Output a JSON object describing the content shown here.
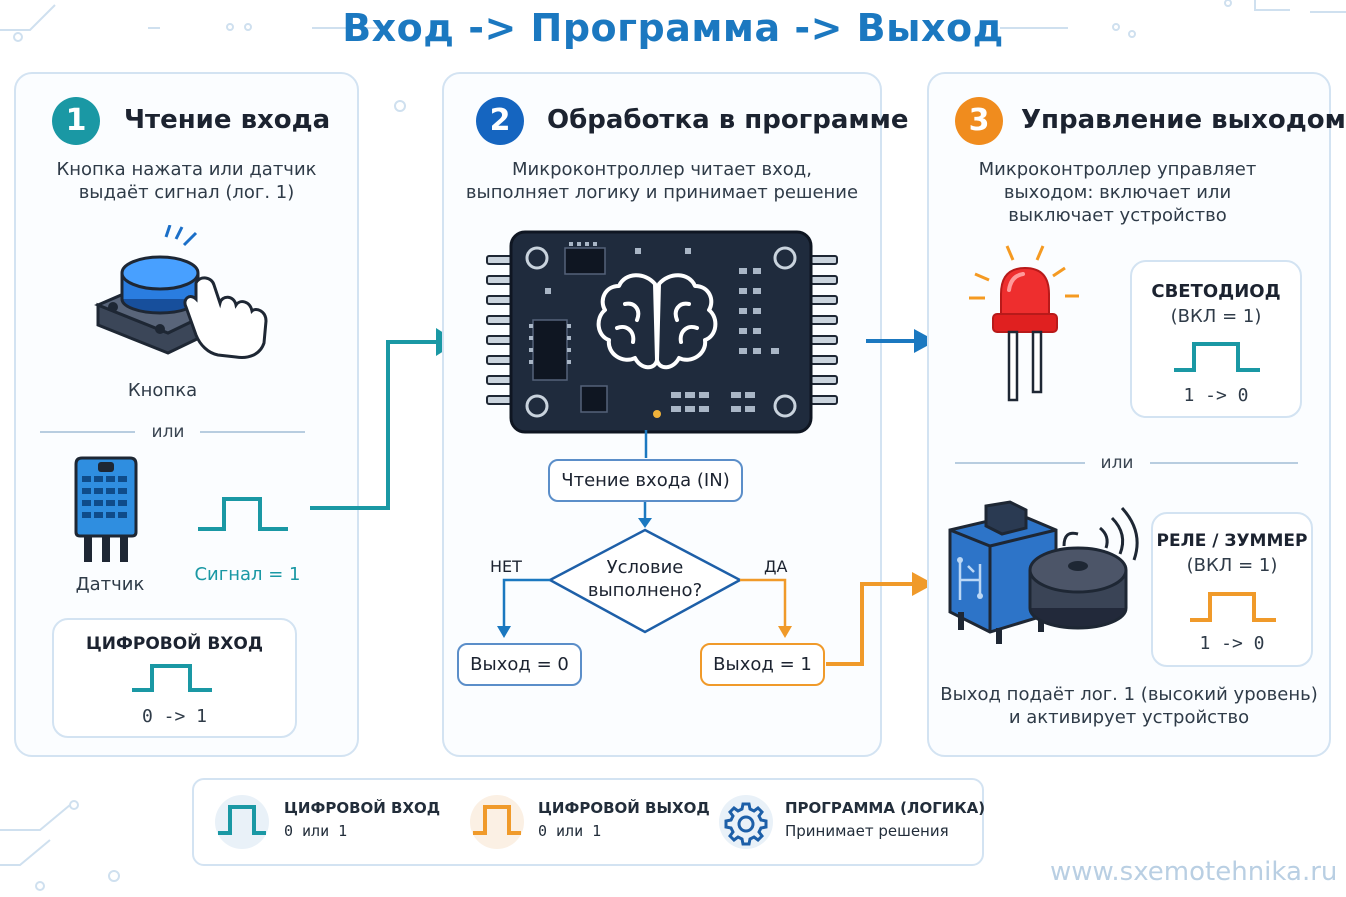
{
  "title": "Вход -> Программа -> Выход",
  "colors": {
    "accent_blue": "#1b78c0",
    "teal": "#1a98a4",
    "orange": "#f09a2a",
    "board": "#1f2b3d"
  },
  "panel1": {
    "number": "1",
    "title": "Чтение входа",
    "description_line1": "Кнопка нажата или датчик",
    "description_line2": "выдаёт сигнал (лог. 1)",
    "button_label": "Кнопка",
    "or_label": "или",
    "sensor_label": "Датчик",
    "signal_label": "Сигнал = 1",
    "digital_input": {
      "title": "ЦИФРОВОЙ ВХОД",
      "transition": "0 -> 1"
    }
  },
  "panel2": {
    "number": "2",
    "title": "Обработка в программе",
    "description_line1": "Микроконтроллер читает вход,",
    "description_line2": "выполняет логику и принимает решение",
    "read_input": "Чтение входа (IN)",
    "condition_line1": "Условие",
    "condition_line2": "выполнено?",
    "no_label": "НЕТ",
    "yes_label": "ДА",
    "output_zero": "Выход = 0",
    "output_one": "Выход = 1"
  },
  "panel3": {
    "number": "3",
    "title": "Управление выходом",
    "description_line1": "Микроконтроллер управляет",
    "description_line2": "выходом: включает или",
    "description_line3": "выключает устройство",
    "led": {
      "title": "СВЕТОДИОД",
      "state": "(ВКЛ = 1)",
      "transition": "1 -> 0"
    },
    "or_label": "или",
    "relay": {
      "title": "РЕЛЕ / ЗУММЕР",
      "state": "(ВКЛ = 1)",
      "transition": "1 -> 0"
    },
    "footer_line1": "Выход подаёт лог. 1 (высокий уровень)",
    "footer_line2": "и активирует устройство"
  },
  "legend": {
    "items": [
      {
        "title": "ЦИФРОВОЙ ВХОД",
        "subtitle": "0 или 1",
        "icon": "teal-pulse-icon"
      },
      {
        "title": "ЦИФРОВОЙ ВЫХОД",
        "subtitle": "0 или 1",
        "icon": "orange-pulse-icon"
      },
      {
        "title": "ПРОГРАММА (ЛОГИКА)",
        "subtitle": "Принимает решения",
        "icon": "gear-icon"
      }
    ]
  },
  "watermark": "www.sxemotehnika.ru"
}
